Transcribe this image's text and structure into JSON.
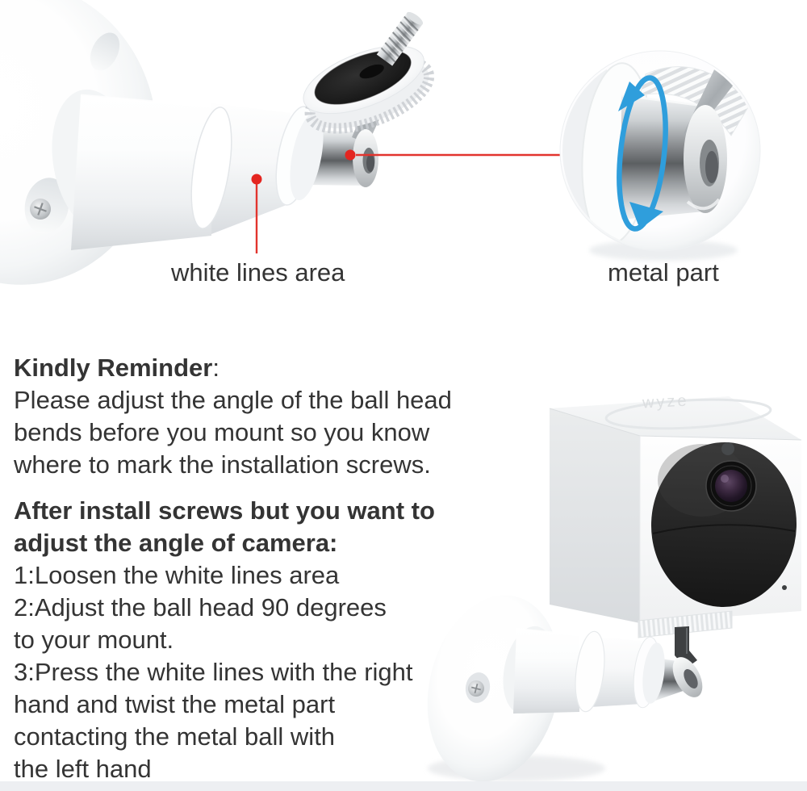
{
  "page": {
    "background": "#ffffff",
    "bottom_strip_color": "#edeff2"
  },
  "annotations": {
    "line_color": "#e2342e",
    "dot_color": "#e42520",
    "rotation_arrow_color": "#2f9edc",
    "white_lines_label": "white lines area",
    "metal_part_label": "metal part"
  },
  "camera": {
    "logo_text": "wyze"
  },
  "text": {
    "color": "#343434",
    "reminder_title": "Kindly Reminder",
    "reminder_colon": ":",
    "reminder_lines": [
      "Please adjust the angle of the ball head",
      "bends before you mount so you know",
      "where to mark the installation screws."
    ],
    "adjust_title_lines": [
      "After install screws but you want to",
      "adjust the angle of camera:"
    ],
    "step_lines": [
      "1:Loosen the white lines area",
      "2:Adjust the ball head 90 degrees",
      "to your mount.",
      "3:Press the white lines with the right",
      "hand and twist the metal part",
      "contacting the metal ball with",
      "the left hand"
    ]
  }
}
